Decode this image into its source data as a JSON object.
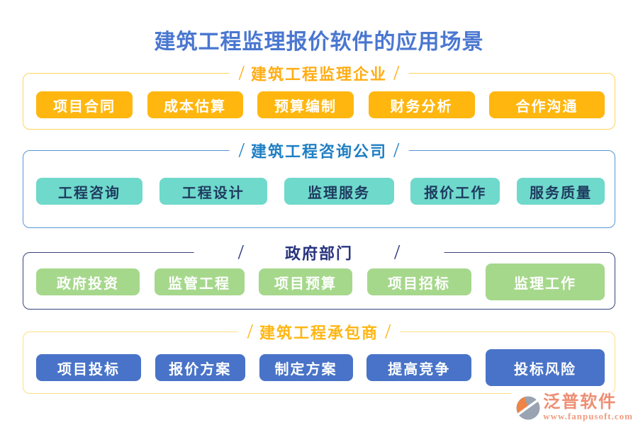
{
  "page": {
    "title": "建筑工程监理报价软件的应用场景",
    "title_color": "#4a77d0",
    "background": "#ffffff"
  },
  "sections": [
    {
      "label": "建筑工程监理企业",
      "label_color": "#ffad14",
      "border_color": "#ffd45e",
      "button_bg": "#ffb70f",
      "button_text_color": "#ffffff",
      "items": [
        "项目合同",
        "成本估算",
        "预算编制",
        "财务分析",
        "合作沟通"
      ]
    },
    {
      "label": "建筑工程咨询公司",
      "label_color": "#1e7fc4",
      "border_color": "#5596d8",
      "button_bg": "#6fd9cb",
      "button_text_color": "#1e3a5f",
      "items": [
        "工程咨询",
        "工程设计",
        "监理服务",
        "报价工作",
        "服务质量"
      ]
    },
    {
      "label": "政府部门",
      "label_color": "#28337e",
      "border_color": "#39437a",
      "button_bg": "#a6d88c",
      "button_text_color": "#ffffff",
      "items": [
        "政府投资",
        "监管工程",
        "项目预算",
        "项目招标",
        "监理工作"
      ]
    },
    {
      "label": "建筑工程承包商",
      "label_color": "#ffb612",
      "border_color": "#ffde82",
      "button_bg": "#4873c8",
      "button_text_color": "#ffffff",
      "items": [
        "项目投标",
        "报价方案",
        "制定方案",
        "提高竞争",
        "投标风险"
      ]
    }
  ],
  "watermark": {
    "brand": "泛普软件",
    "website": "www.fanpusoft.com",
    "brand_color": "#ed8e73",
    "logo_gray": "#99a3b1",
    "logo_orange": "#ee8446"
  }
}
